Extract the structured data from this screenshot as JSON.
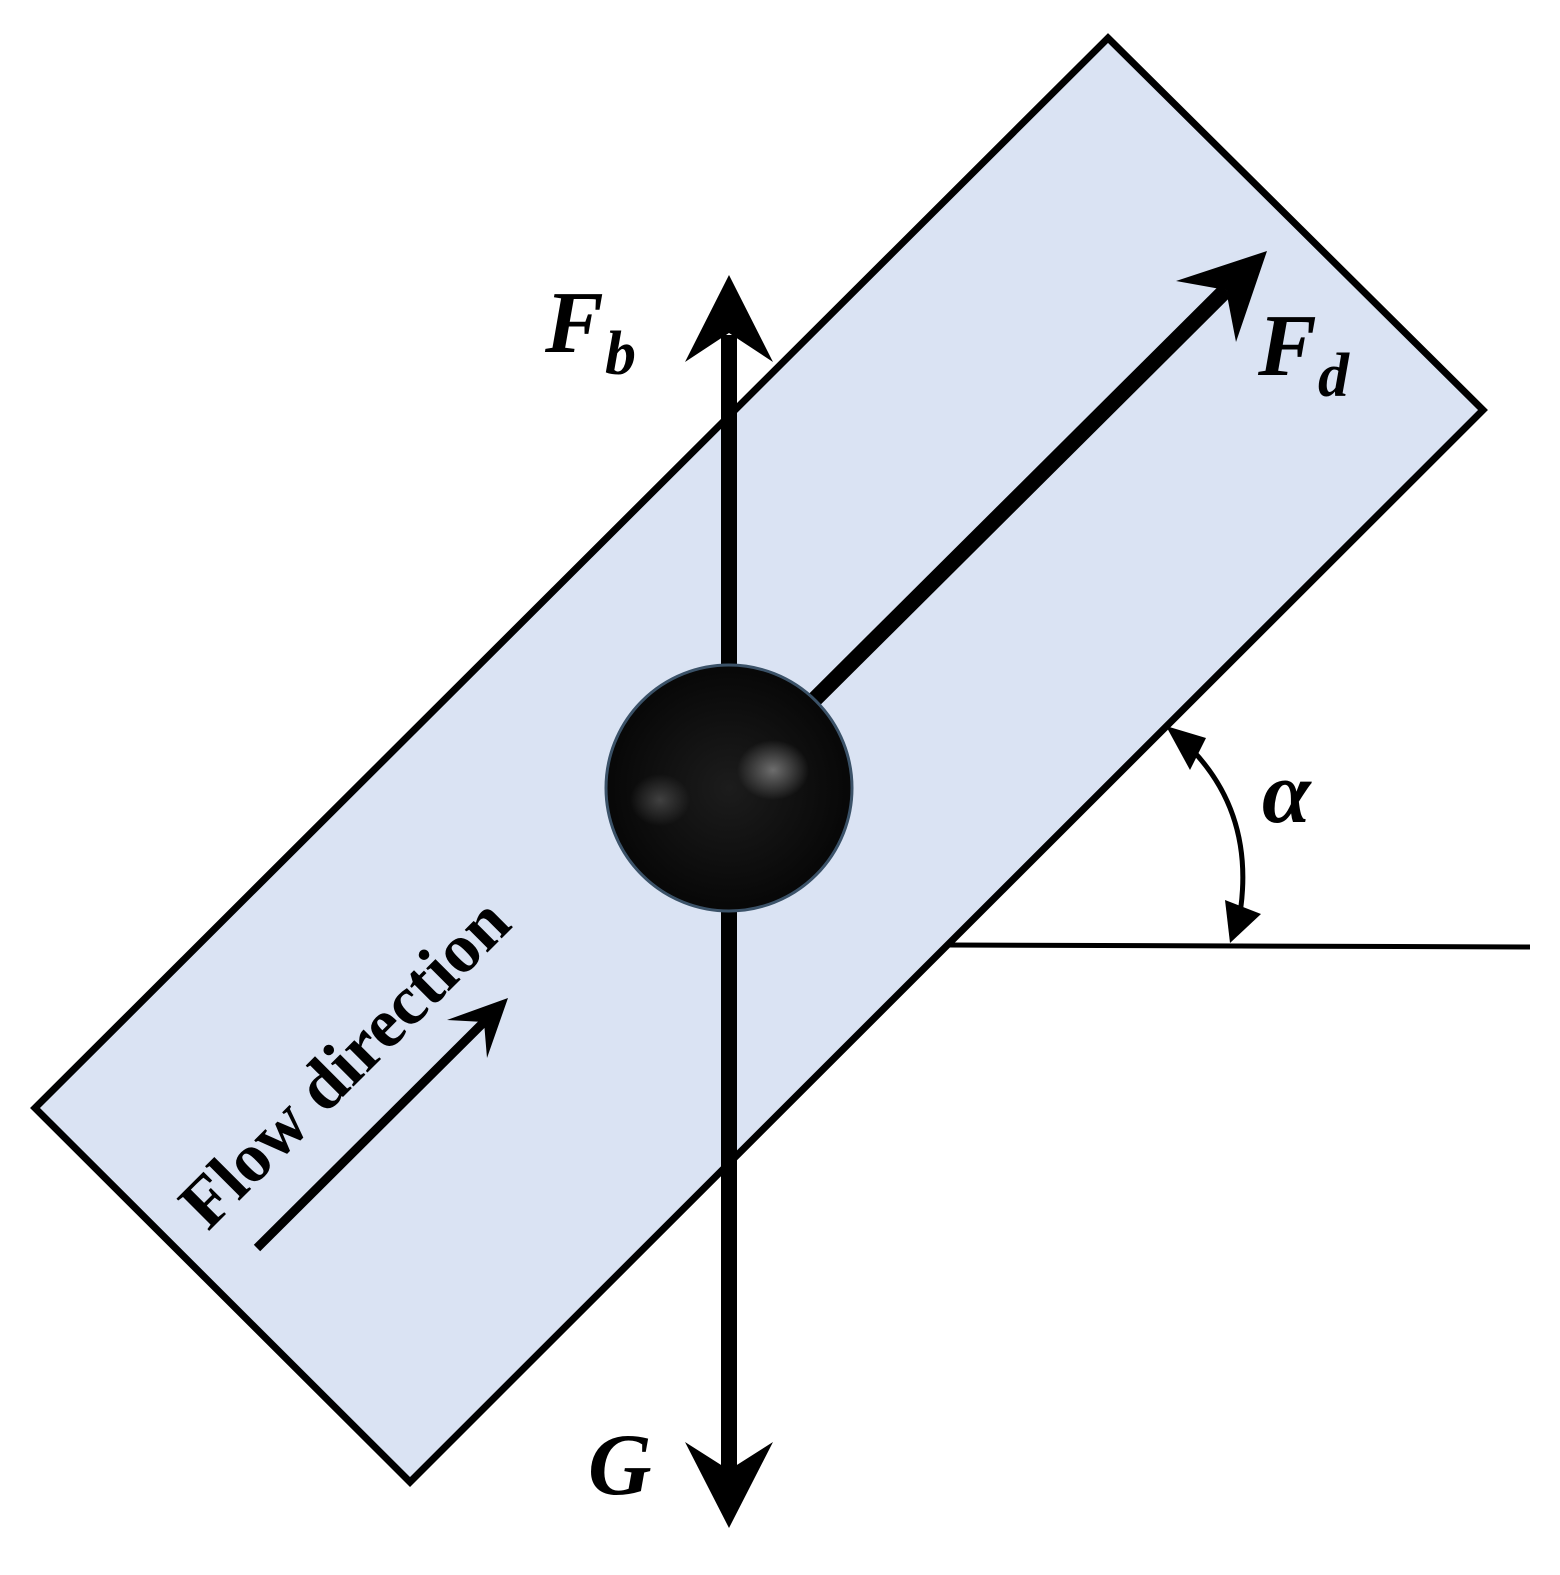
{
  "colors": {
    "pipe_fill": "#dae3f3",
    "stroke": "#000000",
    "ball": "#111111",
    "ball_highlight": "#666666"
  },
  "labels": {
    "buoyancy_main": "F",
    "buoyancy_sub": "b",
    "drag_main": "F",
    "drag_sub": "d",
    "gravity": "G",
    "angle": "α",
    "flow": "Flow direction"
  }
}
